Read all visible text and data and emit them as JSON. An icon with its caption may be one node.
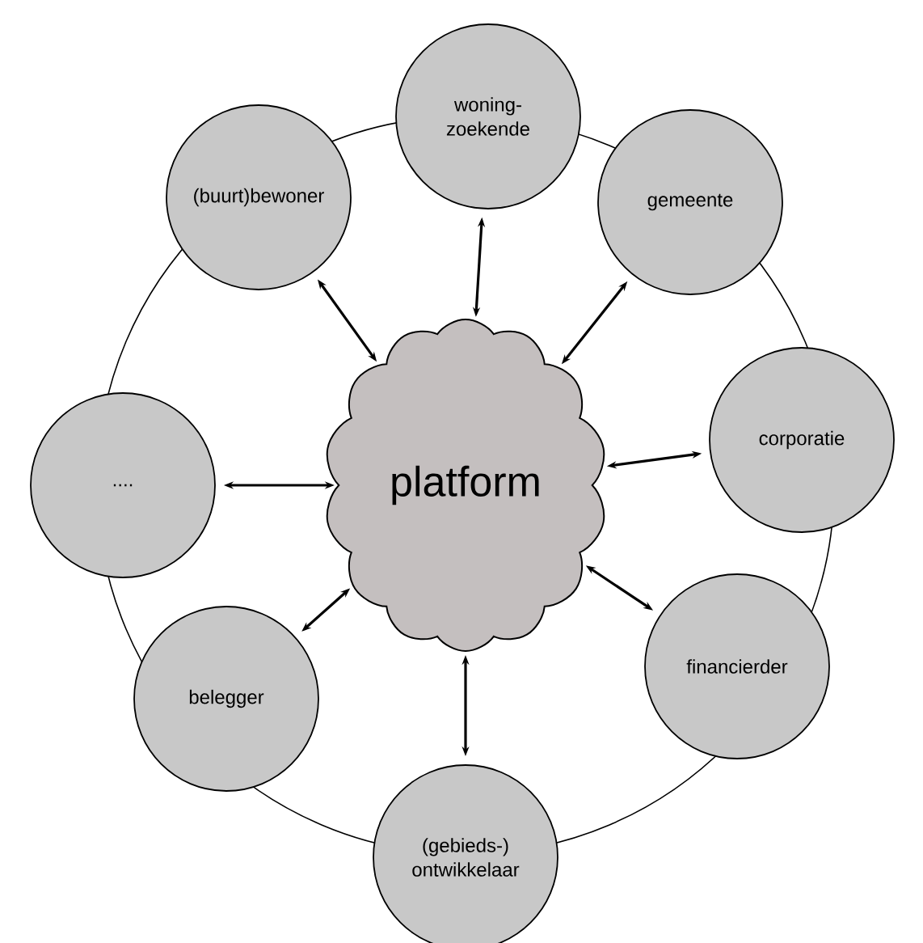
{
  "diagram": {
    "nodes": [
      {
        "text": [
          "platform"
        ]
      },
      {
        "text": [
          "woning- zoekende"
        ]
      },
      {
        "text": [
          "gemeente"
        ]
      },
      {
        "text": [
          "corporatie"
        ]
      },
      {
        "text": [
          "financierder"
        ]
      },
      {
        "text": [
          "(gebieds-) ontwikkelaar"
        ]
      },
      {
        "text": [
          "belegger"
        ]
      },
      {
        "text": [
          "...."
        ]
      },
      {
        "text": [
          "(buurt)bewoner"
        ]
      }
    ],
    "edges": [
      {
        "from": 0,
        "to": 1,
        "arrow": "both"
      },
      {
        "from": 0,
        "to": 2,
        "arrow": "both"
      },
      {
        "from": 0,
        "to": 3,
        "arrow": "both"
      },
      {
        "from": 0,
        "to": 4,
        "arrow": "both"
      },
      {
        "from": 0,
        "to": 5,
        "arrow": "both"
      },
      {
        "from": 0,
        "to": 6,
        "arrow": "both"
      },
      {
        "from": 0,
        "to": 7,
        "arrow": "both"
      },
      {
        "from": 0,
        "to": 8,
        "arrow": "both"
      }
    ]
  }
}
